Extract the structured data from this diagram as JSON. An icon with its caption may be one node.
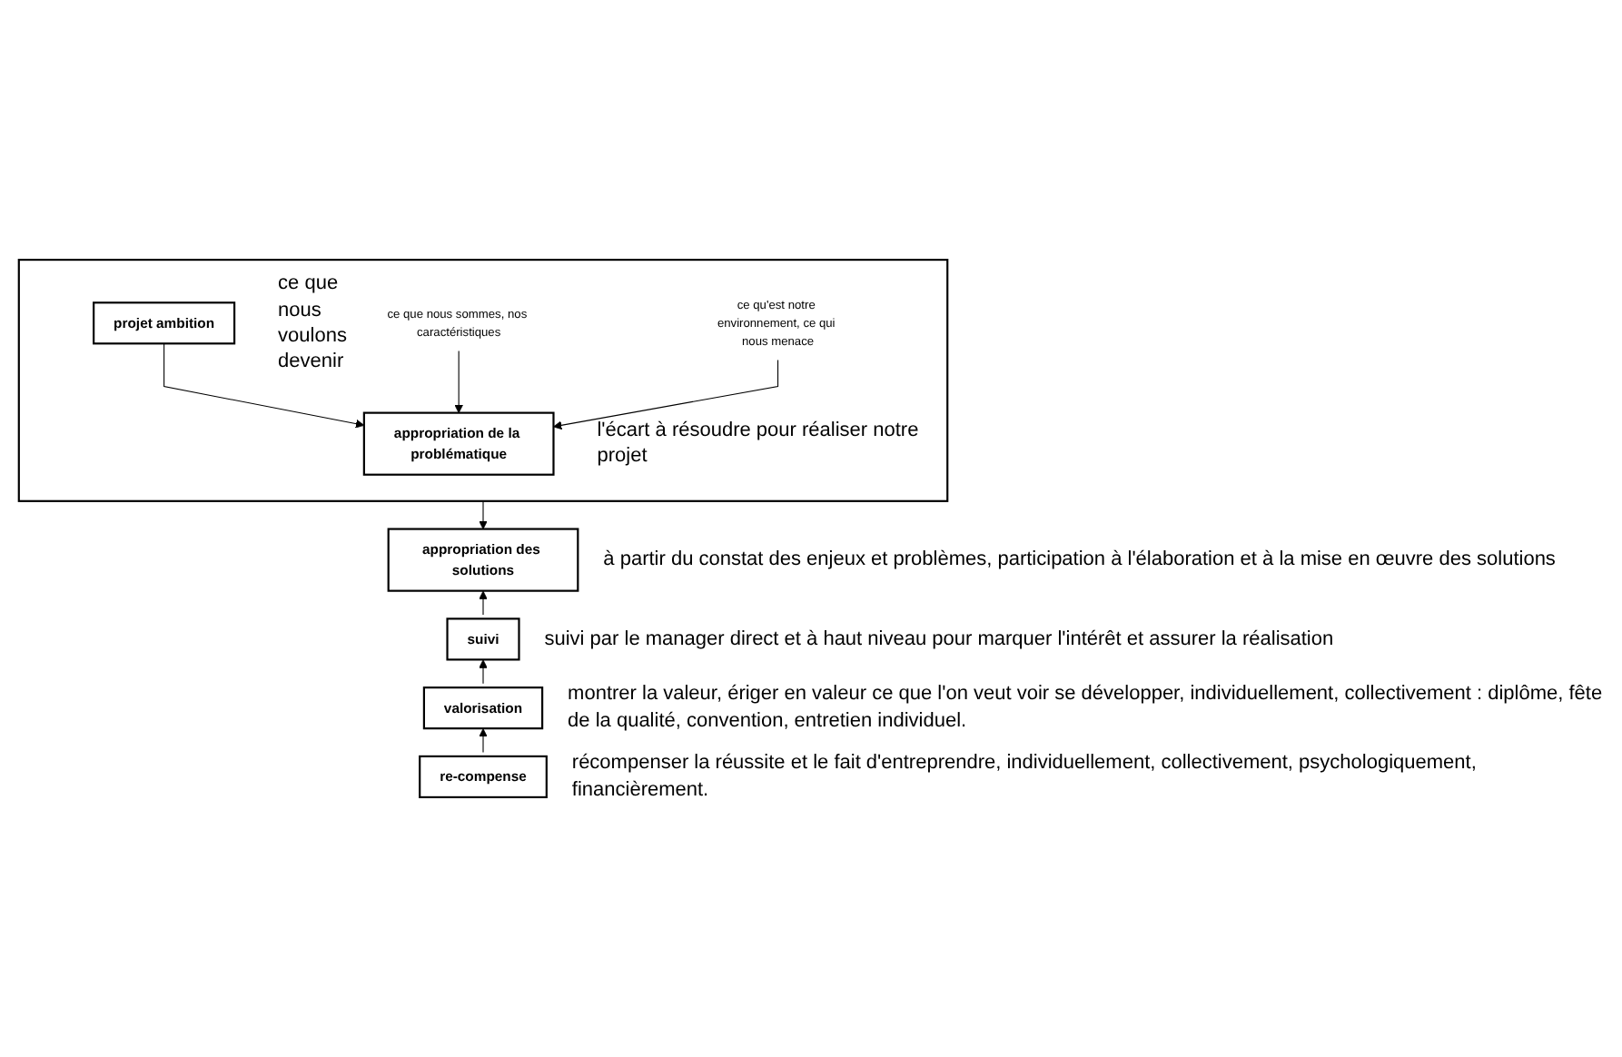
{
  "diagram": {
    "nodes": [
      {
        "text": [],
        "shape": "box"
      },
      {
        "text": [
          "projet ambition"
        ],
        "in": 0,
        "beside": [
          "ce que nous voulons devenir"
        ]
      },
      {
        "text": [
          "ce que nous sommes, nos caractéristiques"
        ],
        "in": 0
      },
      {
        "text": [
          "ce qu'est notre environnement, ce qui nous menace"
        ],
        "in": 0
      },
      {
        "text": [
          "appropriation de la problématique"
        ],
        "in": 0,
        "beside": [
          "l'écart à résoudre pour réaliser notre projet"
        ]
      },
      {
        "text": [
          "appropriation des solutions"
        ],
        "beside": [
          "à partir du constat des enjeux et problèmes, participation à l'élaboration et à la mise en œuvre des solutions"
        ]
      },
      {
        "text": [
          "suivi"
        ],
        "beside": [
          "suivi par le manager direct et à haut niveau pour marquer l'intérêt et assurer la réalisation"
        ]
      },
      {
        "text": [
          "valorisation"
        ],
        "beside": [
          "montrer la valeur, ériger en valeur ce que l'on veut voir se développer, individuellement, collectivement : diplôme, fête de la qualité, convention, entretien individuel."
        ]
      },
      {
        "text": [
          "re-compense"
        ],
        "beside": [
          "récompenser la réussite et le fait d'entreprendre, individuellement, collectivement, psychologiquement, financièrement."
        ]
      }
    ],
    "edges": [
      {
        "from": 1,
        "to": 4,
        "arrow": "to"
      },
      {
        "from": 2,
        "to": 4,
        "arrow": "to"
      },
      {
        "from": 3,
        "to": 4,
        "arrow": "to"
      },
      {
        "from": 0,
        "to": 5,
        "arrow": "to"
      },
      {
        "from": 6,
        "to": 5,
        "arrow": "to"
      },
      {
        "from": 7,
        "to": 6,
        "arrow": "to"
      },
      {
        "from": 8,
        "to": 7,
        "arrow": "to"
      }
    ]
  }
}
